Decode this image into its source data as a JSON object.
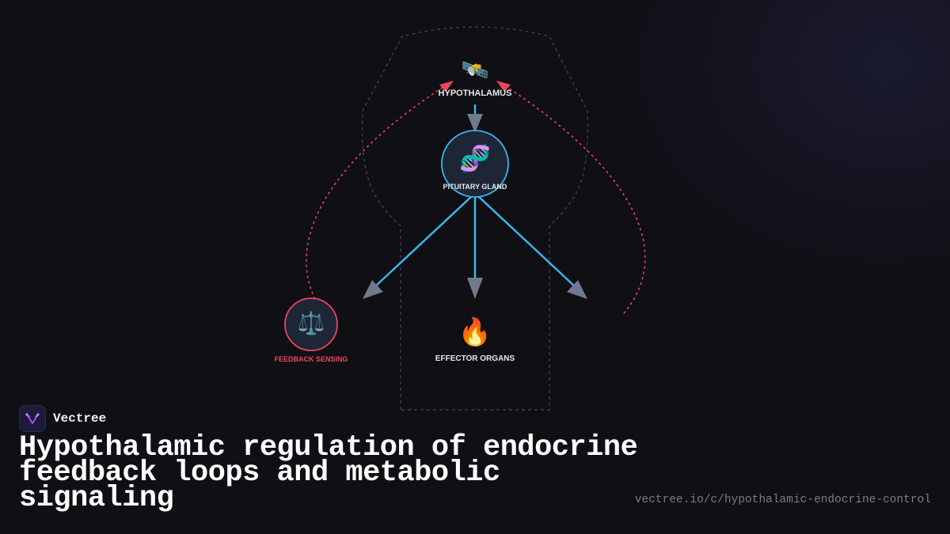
{
  "brand": {
    "name": "Vectree"
  },
  "title": "Hypothalamic regulation of endocrine feedback loops and metabolic signaling",
  "url": "vectree.io/c/hypothalamic-endocrine-control",
  "nodes": {
    "hypothalamus": {
      "label": "HYPOTHALAMUS",
      "icon": "satellite-icon",
      "glyph": "🛰️"
    },
    "pituitary": {
      "label": "PITUITARY GLAND",
      "icon": "dna-icon",
      "glyph": "🧬"
    },
    "feedback": {
      "label": "FEEDBACK SENSING",
      "icon": "balance-scale-icon",
      "glyph": "⚖️"
    },
    "effector": {
      "label": "EFFECTOR ORGANS",
      "icon": "fire-icon",
      "glyph": "🔥"
    }
  },
  "colors": {
    "background": "#0f0f14",
    "signal_arrow": "#38b6f0",
    "feedback_arrow": "#f0445e",
    "arrowhead": "#6f7a8c",
    "body_outline": "#3a4150",
    "node_fill": "#1e2636"
  }
}
